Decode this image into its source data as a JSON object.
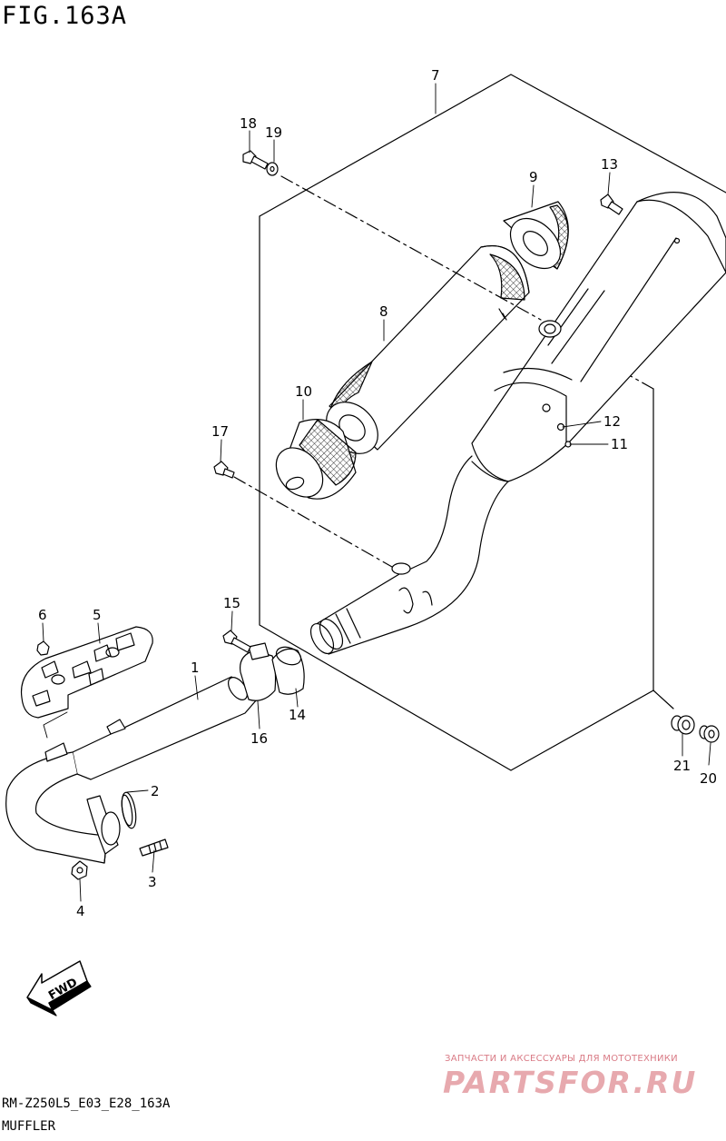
{
  "figure": {
    "title": "FIG.163A"
  },
  "footer": {
    "code": "RM-Z250L5_E03_E28_163A",
    "name": "MUFFLER"
  },
  "watermark": {
    "tagline": "ЗАПЧАСТИ И АКСЕССУАРЫ ДЛЯ МОТОТЕХНИКИ",
    "logo": "PARTSFOR.RU",
    "color": "#e7a9ae"
  },
  "direction_badge": {
    "label": "FWD"
  },
  "callouts": {
    "c1": "1",
    "c2": "2",
    "c3": "3",
    "c4": "4",
    "c5": "5",
    "c6": "6",
    "c7": "7",
    "c8": "8",
    "c9": "9",
    "c10": "10",
    "c11": "11",
    "c12": "12",
    "c13": "13",
    "c14": "14",
    "c15": "15",
    "c16": "16",
    "c17": "17",
    "c18": "18",
    "c19": "19",
    "c20": "20",
    "c21": "21"
  }
}
